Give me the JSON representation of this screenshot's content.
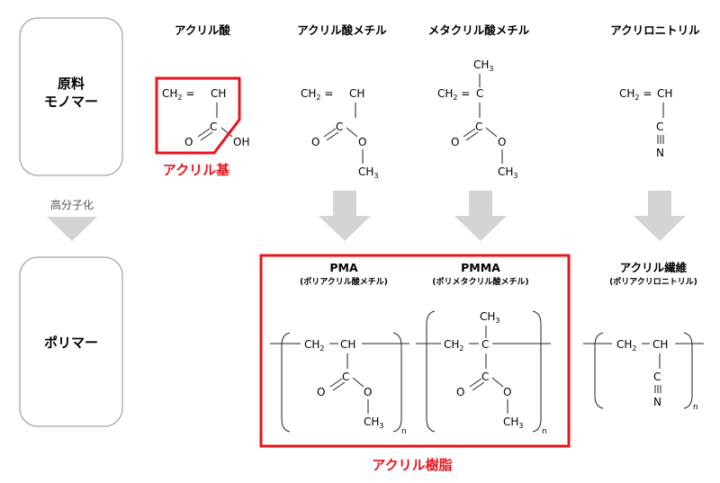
{
  "left_labels": {
    "monomer_line1": "原料",
    "monomer_line2": "モノマー",
    "polymer": "ポリマー",
    "process": "高分子化"
  },
  "monomers": {
    "acrylic_acid": "アクリル酸",
    "methyl_acrylate": "アクリル酸メチル",
    "methyl_methacrylate": "メタクリル酸メチル",
    "acrylonitrile": "アクリロニトリル"
  },
  "polymers": {
    "pma_name": "PMA",
    "pma_sub": "(ポリアクリル酸メチル)",
    "pmma_name": "PMMA",
    "pmma_sub": "(ポリメタクリル酸メチル)",
    "fiber_name": "アクリル繊維",
    "fiber_sub": "(ポリアクリロニトリル)"
  },
  "highlights": {
    "acryl_group": "アクリル基",
    "acryl_resin": "アクリル樹脂",
    "color": "#e8141c"
  },
  "chem": {
    "ch2": "CH",
    "two": "2",
    "ch": "CH",
    "c": "C",
    "o": "O",
    "oh": "OH",
    "ch3": "CH",
    "three": "3",
    "n": "N",
    "sub_n": "n"
  },
  "colors": {
    "box_border": "#a6a6a6",
    "arrow": "#d4d4d4",
    "line": "#222222"
  }
}
